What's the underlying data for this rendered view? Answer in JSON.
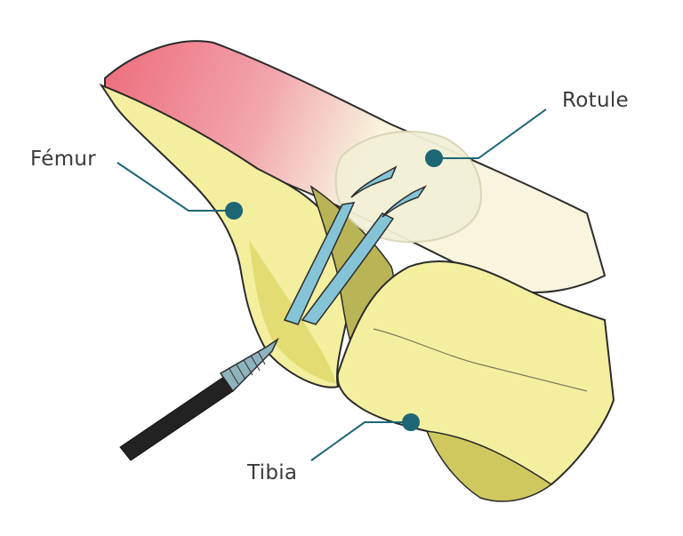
{
  "labels": {
    "femur": "Fémur",
    "rotule": "Rotule",
    "tibia": "Tibia"
  },
  "colors": {
    "bone_light": "#f4ef9f",
    "bone_mid": "#e8e27a",
    "bone_shadow": "#c9c25a",
    "muscle": "#ec7a86",
    "tendon": "#f8f4dd",
    "patella": "#f2f0d6",
    "graft": "#84c4d6",
    "callout": "#1d6675",
    "outline": "#2b2b2b",
    "instrument": "#222222",
    "screw": "#8fb3bd"
  },
  "icons": [
    "interference-screw-icon",
    "graft-tendon-icon"
  ]
}
